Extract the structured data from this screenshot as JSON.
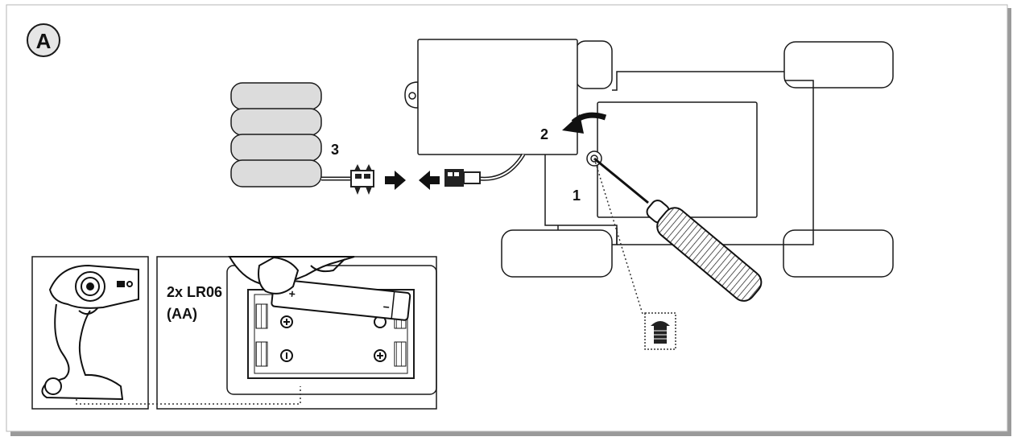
{
  "panel_label": "A",
  "steps": {
    "one": "1",
    "two": "2",
    "three": "3"
  },
  "battery_spec": {
    "line1": "2x LR06",
    "line2": "(AA)"
  },
  "polarity": {
    "plus": "+",
    "minus": "−"
  },
  "colors": {
    "line": "#1a1a1a",
    "pack_fill": "#dcdcdc",
    "badge_fill": "#e6e6e6",
    "frame_shadow": "#8a8a8a"
  },
  "icons": [
    "remote-control-icon",
    "screwdriver-icon",
    "screw-icon",
    "battery-pack-icon",
    "connector-icon",
    "arrow-icon"
  ]
}
